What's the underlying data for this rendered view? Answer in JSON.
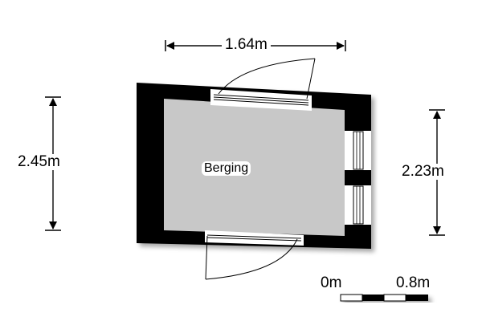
{
  "room": {
    "name": "Berging"
  },
  "dimensions": {
    "top_width": "1.64m",
    "left_height": "2.45m",
    "right_height": "2.23m"
  },
  "scale_bar": {
    "start_label": "0m",
    "end_label": "0.8m"
  },
  "colors": {
    "wall": "#000000",
    "floor": "#c8c8c8",
    "background": "#ffffff"
  }
}
